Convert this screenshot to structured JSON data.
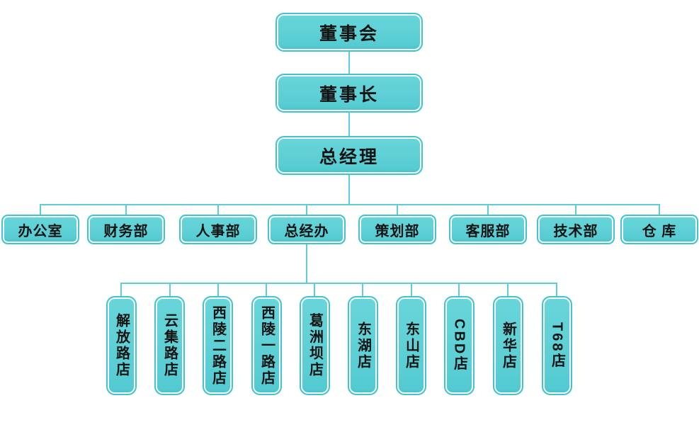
{
  "org_chart": {
    "hierarchy": {
      "board": "董事会",
      "chairman": "董事长",
      "general_manager": "总经理"
    },
    "departments": [
      "办公室",
      "财务部",
      "人事部",
      "总经办",
      "策划部",
      "客服部",
      "技术部",
      "仓 库"
    ],
    "stores": [
      "解放路店",
      "云集路店",
      "西陵二路店",
      "西陵一路店",
      "葛洲坝店",
      "东湖店",
      "东山店",
      "CBD店",
      "新华店",
      "T68店"
    ],
    "colors": {
      "node_fill": "#5ED0D5",
      "node_border": "#3EC6CE",
      "inner_ring": "#FFFFFF",
      "connector": "#5FCDD4",
      "text": "#141414"
    }
  }
}
